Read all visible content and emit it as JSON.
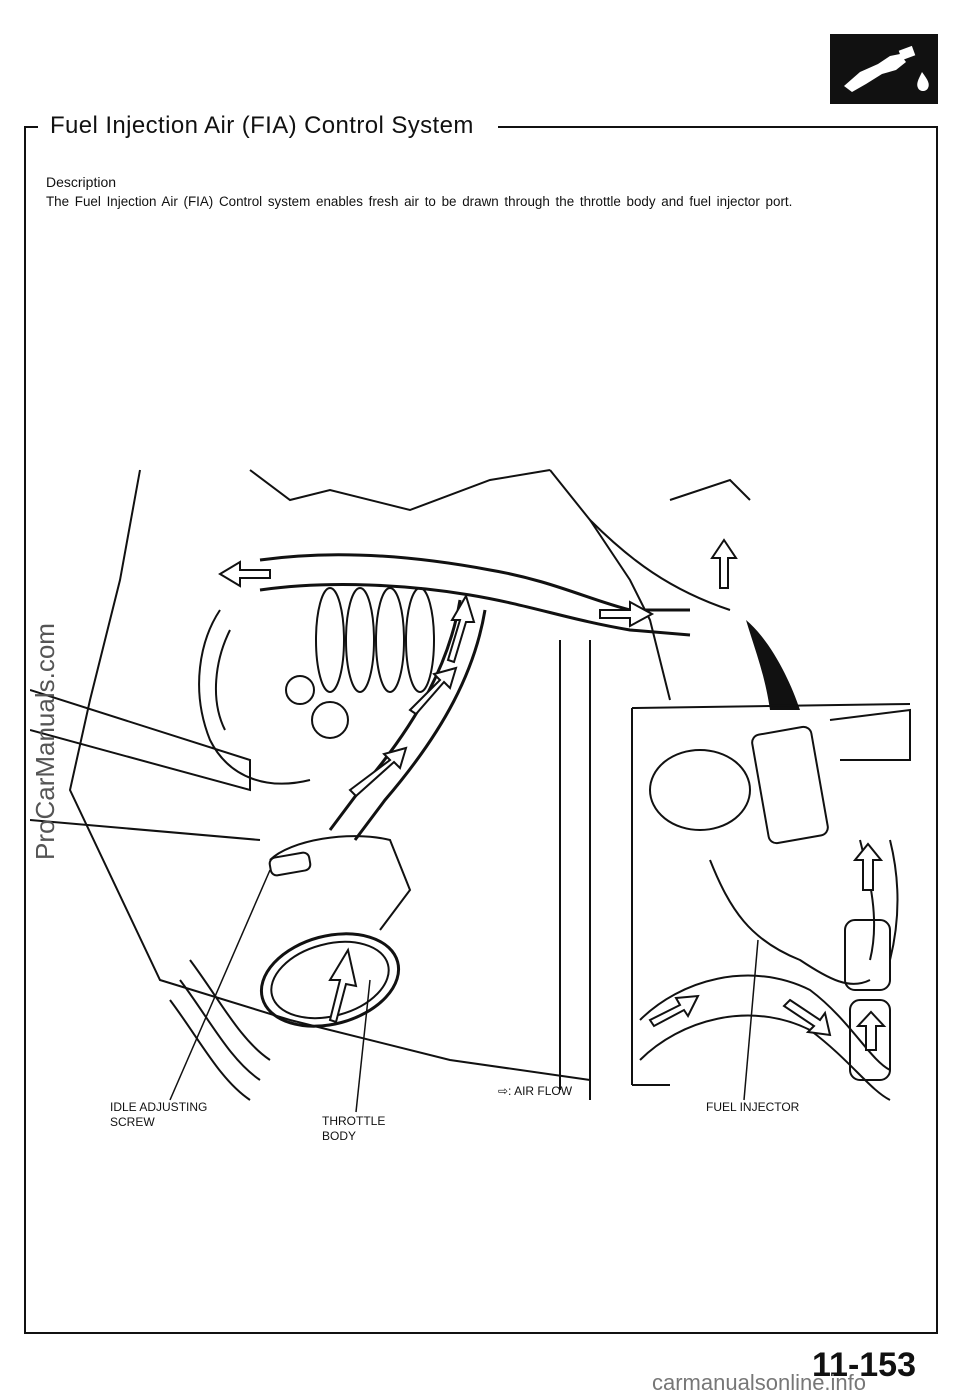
{
  "section": {
    "title": "Fuel Injection Air (FIA) Control System"
  },
  "description": {
    "heading": "Description",
    "text": "The Fuel Injection Air (FIA) Control system enables fresh air to be drawn through the throttle body and fuel injector port."
  },
  "labels": {
    "idle_adjusting_screw": "IDLE  ADJUSTING\nSCREW",
    "throttle_body": "THROTTLE\nBODY",
    "air_flow": "AIR FLOW",
    "air_flow_symbol": "⇨:",
    "fuel_injector": "FUEL  INJECTOR"
  },
  "page": {
    "number": "11-153"
  },
  "watermarks": {
    "side": "ProCarManuals.com",
    "footer": "carmanualsonline.info"
  },
  "icons": {
    "badge": "fuel-nozzle-icon"
  }
}
